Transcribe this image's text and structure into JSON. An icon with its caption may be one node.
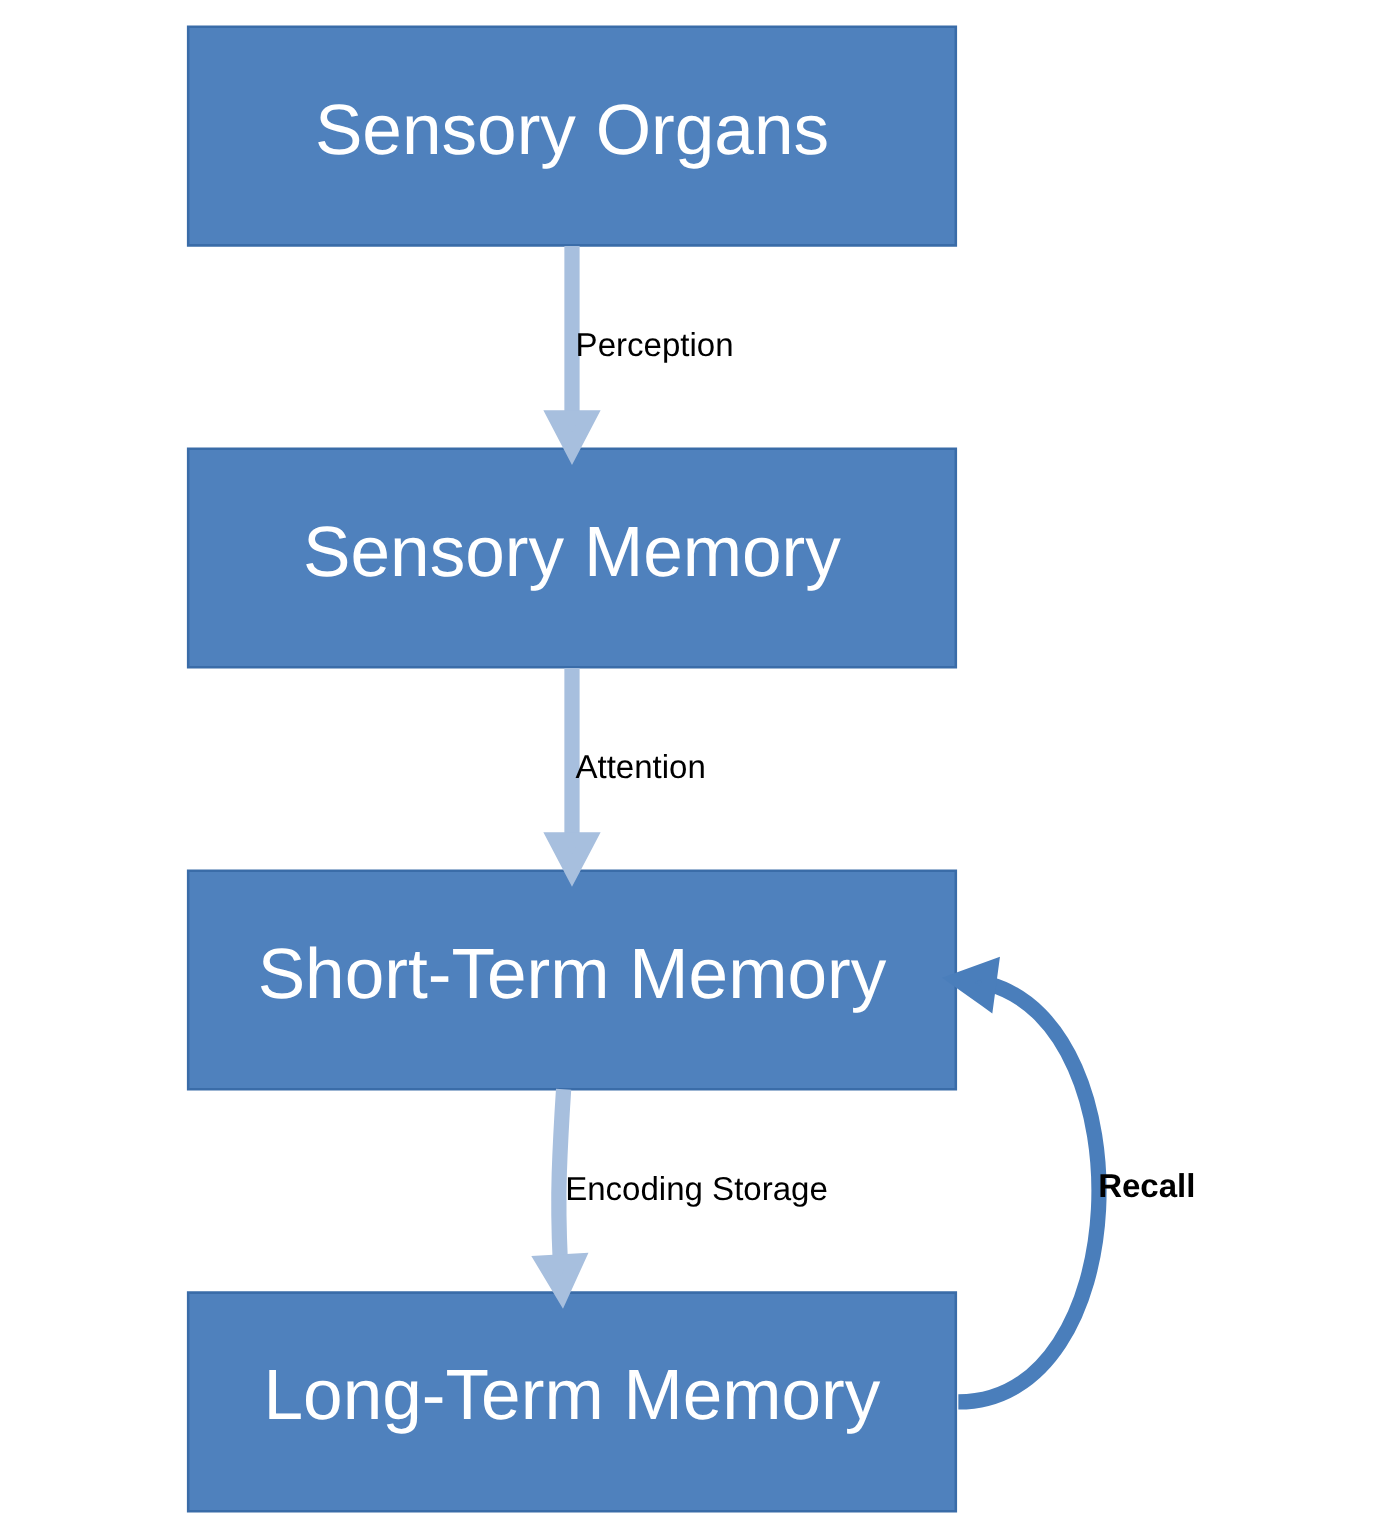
{
  "diagram": {
    "nodes": [
      {
        "text": [
          "Sensory Organs"
        ]
      },
      {
        "text": [
          "Sensory Memory"
        ]
      },
      {
        "text": [
          "Short-Term Memory"
        ]
      },
      {
        "text": [
          "Long-Term Memory"
        ]
      }
    ],
    "edges": [
      {
        "from": 0,
        "to": 1,
        "arrow": "to",
        "label": "Perception"
      },
      {
        "from": 1,
        "to": 2,
        "arrow": "to",
        "label": "Attention"
      },
      {
        "from": 2,
        "to": 3,
        "arrow": "to",
        "label": "Encoding Storage"
      },
      {
        "from": 3,
        "to": 2,
        "arrow": "to",
        "label": "Recall",
        "color": "#4a7ebb"
      }
    ]
  }
}
